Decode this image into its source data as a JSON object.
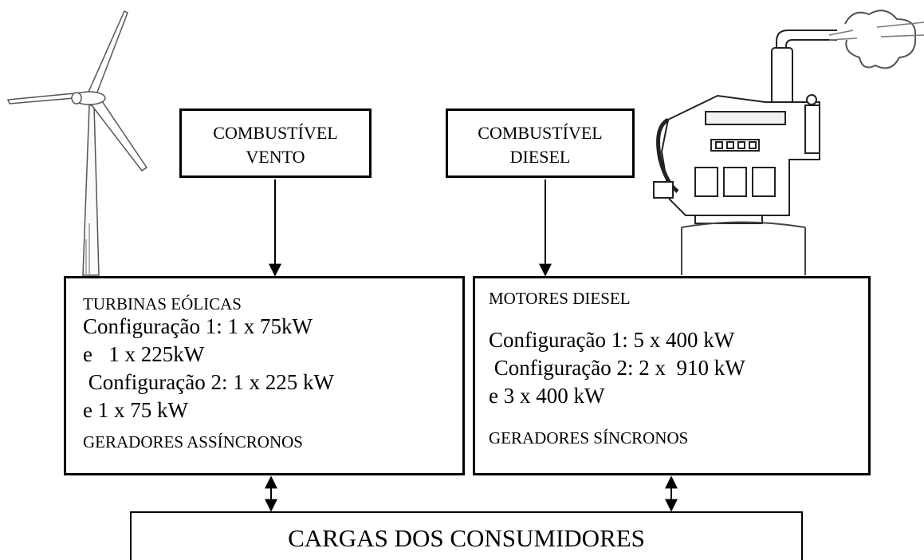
{
  "fuel_wind": {
    "line1": "COMBUSTÍVEL",
    "line2": "VENTO"
  },
  "fuel_diesel": {
    "line1": "COMBUSTÍVEL",
    "line2": "DIESEL"
  },
  "wind_turbines": {
    "title": "TURBINAS EÓLICAS",
    "config1_a": "Configuração 1: 1 x  75kW",
    "config1_b": "e   1 x 225kW",
    "config2_a": " Configuração 2: 1 x 225 kW",
    "config2_b": "e 1 x 75 kW",
    "generators": "GERADORES ASSÍNCRONOS"
  },
  "diesel_engines": {
    "title": "MOTORES DIESEL",
    "config1_a": "Configuração 1: 5 x 400 kW",
    "config2_a": " Configuração 2: 2 x  910 kW",
    "config2_b": "e 3 x 400 kW",
    "generators": "GERADORES SÍNCRONOS"
  },
  "loads": {
    "label": "CARGAS DOS CONSUMIDORES"
  },
  "icons": {
    "wind_turbine": "wind-turbine-icon",
    "diesel_engine": "diesel-engine-icon"
  },
  "colors": {
    "line": "#000000",
    "background": "#ffffff"
  }
}
